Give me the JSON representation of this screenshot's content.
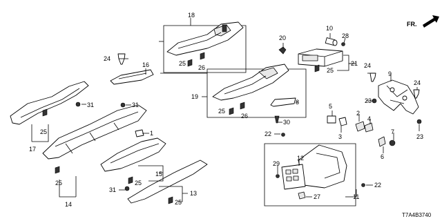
{
  "diagram_code": "T7A4B3740",
  "front_marker": "FR.",
  "part_labels": [
    "1",
    "2",
    "3",
    "4",
    "5",
    "6",
    "7",
    "8",
    "9",
    "10",
    "11",
    "12",
    "13",
    "14",
    "15",
    "16",
    "17",
    "18",
    "19",
    "20",
    "21",
    "22",
    "23",
    "24",
    "25",
    "26",
    "27",
    "28",
    "29",
    "30",
    "31"
  ]
}
